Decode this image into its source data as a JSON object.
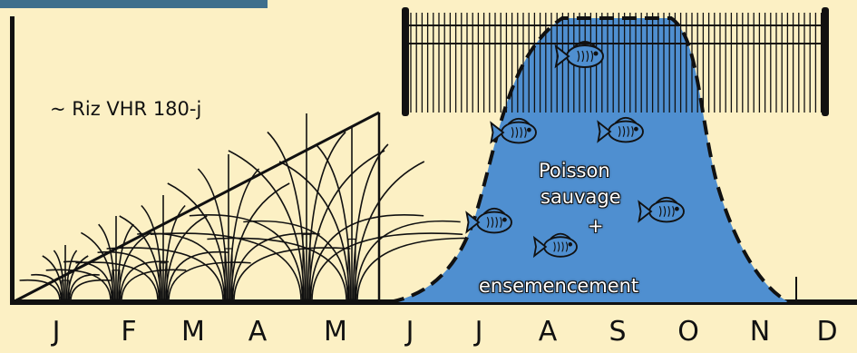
{
  "rice_label": "~ Riz VHR 180-j",
  "fish_label": {
    "line1": "Poisson",
    "line2": "sauvage",
    "line3": "+",
    "line4": "ensemencement"
  },
  "months": [
    "J",
    "F",
    "M",
    "A",
    "M",
    "J",
    "J",
    "A",
    "S",
    "O",
    "N",
    "D"
  ],
  "colors": {
    "background": "#fcf0c4",
    "water": "#4f8fd0",
    "ink": "#111111",
    "top_left_band": "#3f6f8c"
  },
  "icons": [
    "rice-plant-icon",
    "fish-icon",
    "fence-net-icon"
  ]
}
